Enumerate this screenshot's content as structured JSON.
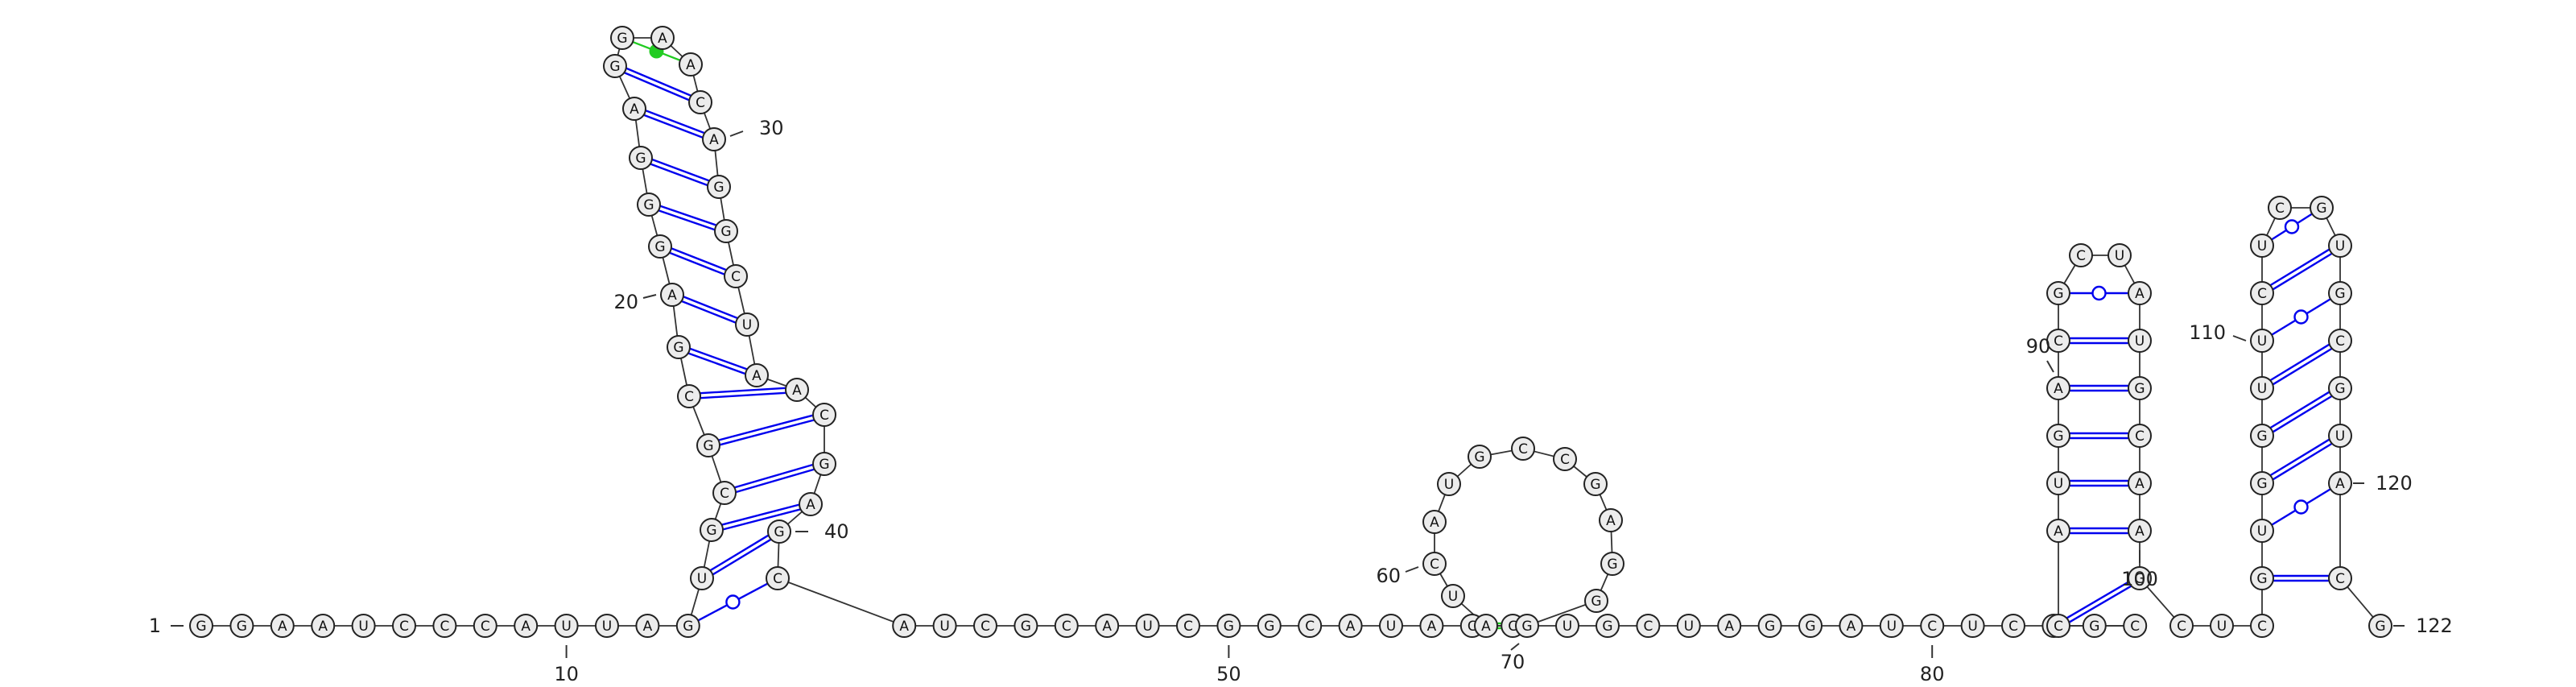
{
  "sequence": "GGAAUCCCAUUAGUGCGCGAGGGAGGAACAGGCUAACGAGCAUCGCAUCGGCAUACCAUCAUGCCGAGGGUGCUAGGAUCUCGGCCAUGACGCUAUGCAAGCUCGUGGUUCUCGUGCGUACG",
  "colors": {
    "canonical_pair": "#0000ee",
    "gu_pair": "#0000ee",
    "green_pair": "#22cc22",
    "nucleotide_fill": "#ececec"
  },
  "labels": [
    {
      "text": "1",
      "index": 0
    },
    {
      "text": "10",
      "index": 9
    },
    {
      "text": "20",
      "index": 19
    },
    {
      "text": "30",
      "index": 29
    },
    {
      "text": "40",
      "index": 39
    },
    {
      "text": "50",
      "index": 49
    },
    {
      "text": "60",
      "index": 59
    },
    {
      "text": "70",
      "index": 69
    },
    {
      "text": "80",
      "index": 79
    },
    {
      "text": "90",
      "index": 89
    },
    {
      "text": "100",
      "index": 99
    },
    {
      "text": "110",
      "index": 109
    },
    {
      "text": "120",
      "index": 119
    },
    {
      "text": "122",
      "index": 121
    }
  ]
}
